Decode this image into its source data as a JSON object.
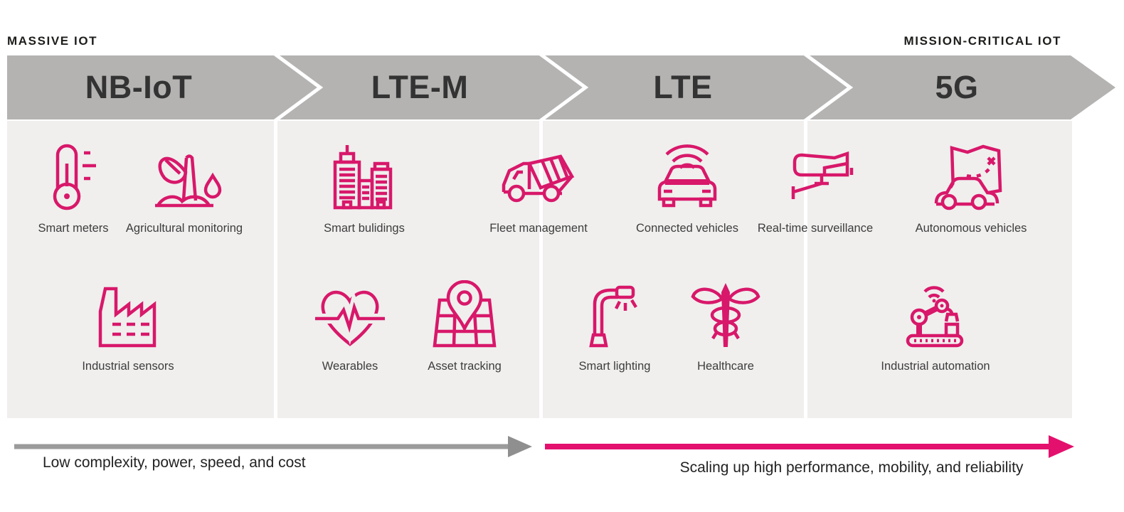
{
  "colors": {
    "icon_magenta": "#d8186a",
    "arrow_pink": "#e4106e",
    "banner_gray": "#b4b3b2",
    "panel_gray": "#f0efee",
    "arrow_gray": "#9b9b9b",
    "arrowhead_gray": "#8f8f8f",
    "heading_text": "#1d1d1b",
    "banner_text": "#333333",
    "label_text": "#3d3d3d"
  },
  "header": {
    "left_label": "MASSIVE IOT",
    "right_label": "MISSION-CRITICAL IOT"
  },
  "banner": {
    "segments": [
      {
        "label": "NB-IoT"
      },
      {
        "label": "LTE-M"
      },
      {
        "label": "LTE"
      },
      {
        "label": "5G"
      }
    ]
  },
  "usecases": [
    {
      "label": "Smart meters",
      "icon": "thermometer-icon",
      "technology": "NB-IoT"
    },
    {
      "label": "Agricultural monitoring",
      "icon": "plant-droplet-icon",
      "technology": "NB-IoT"
    },
    {
      "label": "Industrial sensors",
      "icon": "factory-icon",
      "technology": "NB-IoT"
    },
    {
      "label": "Smart bulidings",
      "icon": "buildings-icon",
      "technology": "LTE-M"
    },
    {
      "label": "Fleet management",
      "icon": "garbage-truck-icon",
      "technology": "LTE-M / LTE"
    },
    {
      "label": "Wearables",
      "icon": "heart-pulse-icon",
      "technology": "LTE-M"
    },
    {
      "label": "Asset tracking",
      "icon": "map-pin-icon",
      "technology": "LTE-M"
    },
    {
      "label": "Connected vehicles",
      "icon": "car-wifi-icon",
      "technology": "LTE"
    },
    {
      "label": "Real-time surveillance",
      "icon": "cctv-camera-icon",
      "technology": "LTE / 5G"
    },
    {
      "label": "Smart lighting",
      "icon": "street-lamp-icon",
      "technology": "LTE"
    },
    {
      "label": "Healthcare",
      "icon": "caduceus-icon",
      "technology": "LTE"
    },
    {
      "label": "Autonomous vehicles",
      "icon": "car-map-icon",
      "technology": "5G"
    },
    {
      "label": "Industrial automation",
      "icon": "robot-arm-icon",
      "technology": "5G"
    }
  ],
  "footer": {
    "left_caption": "Low complexity, power, speed, and cost",
    "right_caption": "Scaling up high performance, mobility, and reliability"
  }
}
